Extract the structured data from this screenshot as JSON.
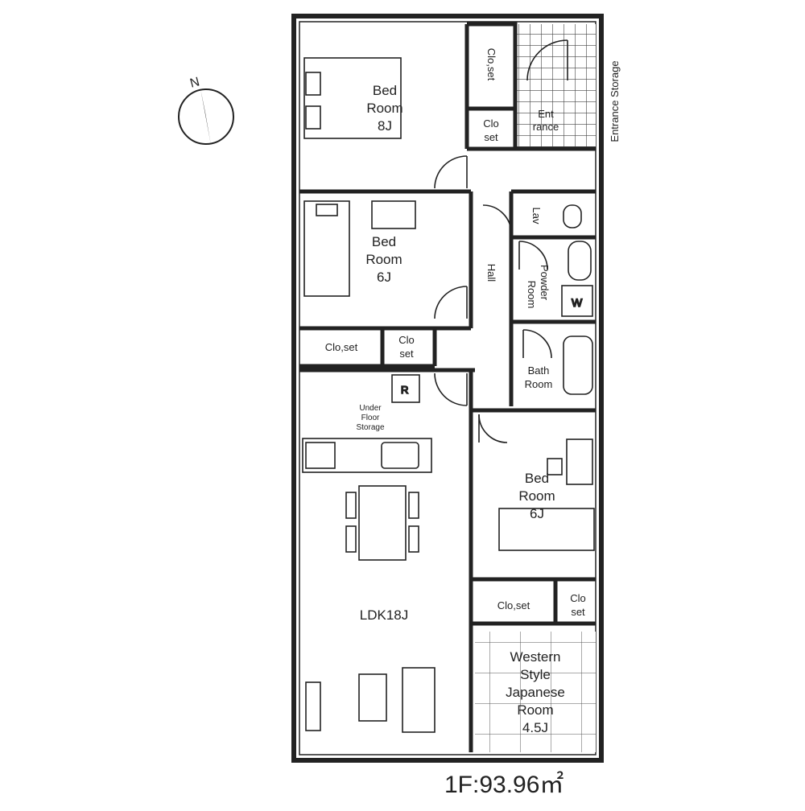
{
  "plan": {
    "floor_area": "1F:93.96㎡",
    "compass": "N",
    "rooms": {
      "bedroom_8j": [
        "Bed",
        "Room",
        "8J"
      ],
      "bedroom_6j_top": [
        "Bed",
        "Room",
        "6J"
      ],
      "bedroom_6j_bottom": [
        "Bed",
        "Room",
        "6J"
      ],
      "ldk": "LDK18J",
      "japanese_room": [
        "Western",
        "Style",
        "Japanese",
        "Room",
        "4.5J"
      ],
      "entrance": [
        "Ent",
        "rance"
      ],
      "entrance_storage": "Entrance Storage",
      "lav": "Lav",
      "powder_room": [
        "Powder",
        "Room"
      ],
      "bath_room": [
        "Bath",
        "Room"
      ],
      "hall": "Hall",
      "under_floor_storage": [
        "Under",
        "Floor",
        "Storage"
      ],
      "closet_top": [
        "Clo",
        "set"
      ],
      "closet_mid": [
        "Clo",
        "set"
      ],
      "closet_bottom": [
        "Clo",
        "set"
      ],
      "fridge_mark": "R",
      "washer_mark": "W"
    }
  }
}
